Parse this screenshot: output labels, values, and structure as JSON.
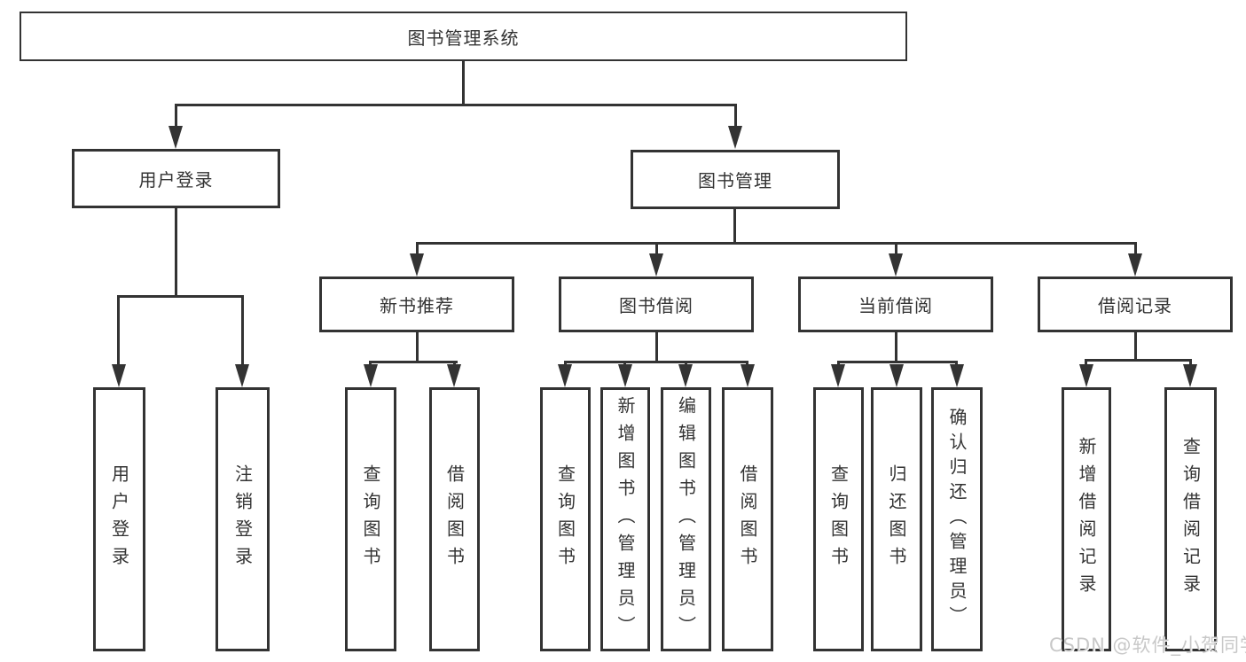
{
  "watermark": "CSDN @软件_小贺同学",
  "colors": {
    "line": "#333333",
    "text": "#333333",
    "box_background": "#ffffff",
    "page_background": "#ffffff",
    "watermark": "#c8c8c8"
  },
  "tree": {
    "root": {
      "label": "图书管理系统"
    },
    "branches": [
      {
        "label": "用户登录",
        "leaves": [
          "用户登录",
          "注销登录"
        ]
      },
      {
        "label": "图书管理",
        "children": [
          {
            "label": "新书推荐",
            "leaves": [
              "查询图书",
              "借阅图书"
            ]
          },
          {
            "label": "图书借阅",
            "leaves": [
              "查询图书",
              "新增图书（管理员）",
              "编辑图书（管理员）",
              "借阅图书"
            ]
          },
          {
            "label": "当前借阅",
            "leaves": [
              "查询图书",
              "归还图书",
              "确认归还（管理员）"
            ]
          },
          {
            "label": "借阅记录",
            "leaves": [
              "新增借阅记录",
              "查询借阅记录"
            ]
          }
        ]
      }
    ]
  }
}
